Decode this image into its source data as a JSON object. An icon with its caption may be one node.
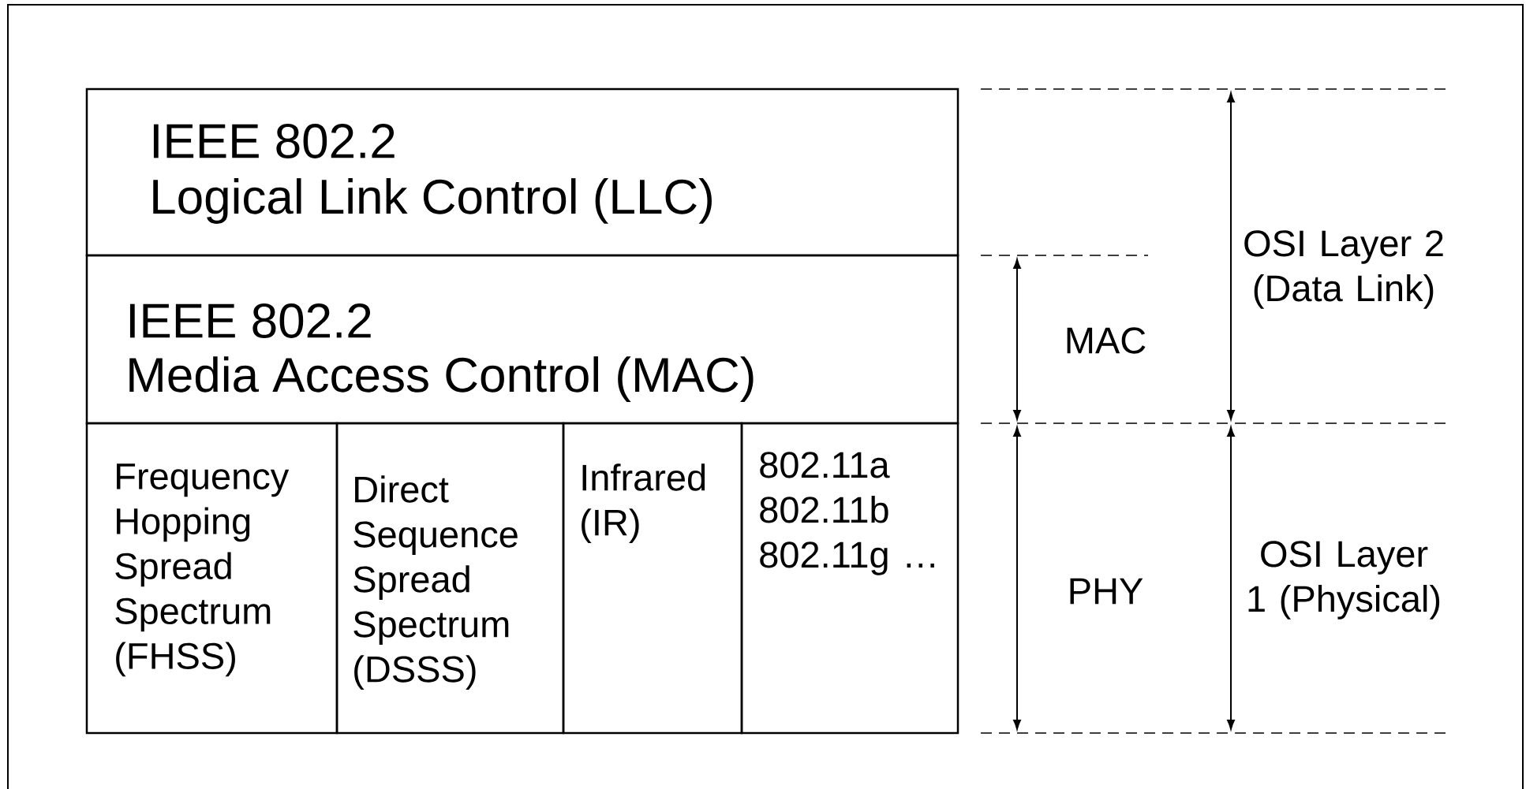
{
  "diagram": {
    "nodes": [
      {
        "text": [
          "IEEE 802.2",
          "Logical Link Control (LLC)"
        ]
      },
      {
        "text": [
          "IEEE 802.2",
          "Media Access Control (MAC)"
        ]
      },
      {
        "text": [
          "Frequency Hopping Spread Spectrum (FHSS)"
        ]
      },
      {
        "text": [
          "Direct Sequence Spread Spectrum (DSSS)"
        ]
      },
      {
        "text": [
          "Infrared (IR)"
        ]
      },
      {
        "text": [
          "802.11a 802.11b 802.11g …"
        ]
      }
    ],
    "labels": [
      "OSI Layer 2 (Data Link)",
      "MAC",
      "OSI Layer 1 (Physical)",
      "PHY"
    ]
  }
}
